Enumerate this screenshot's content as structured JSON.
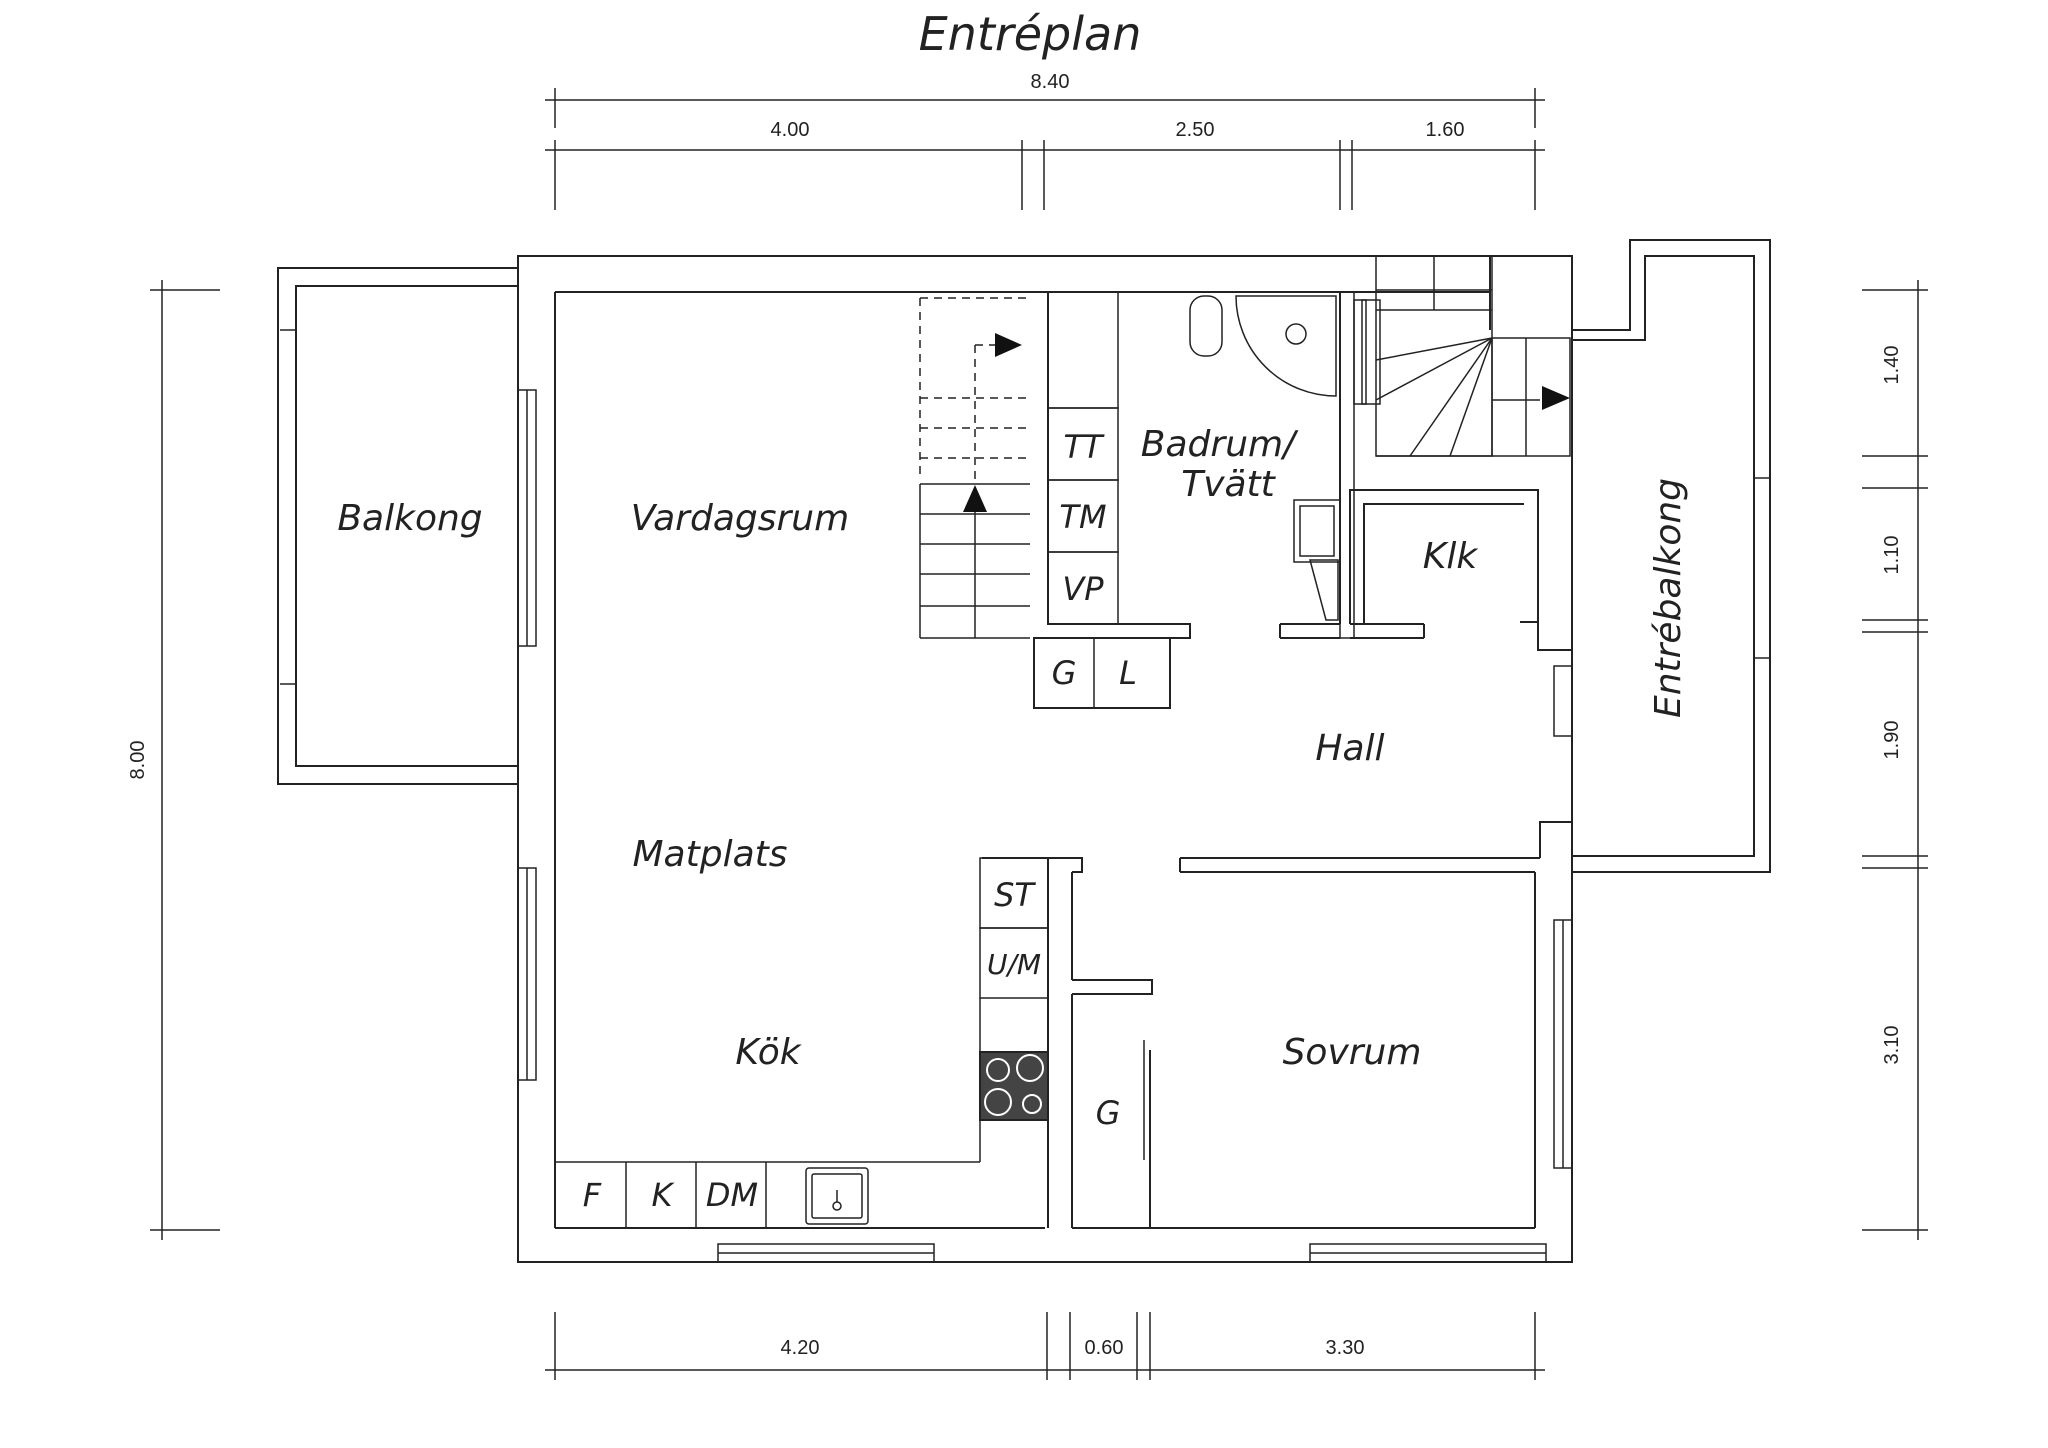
{
  "title": "Entréplan",
  "rooms": {
    "balkong": "Balkong",
    "vardagsrum": "Vardagsrum",
    "badrum_1": "Badrum/",
    "badrum_2": "Tvätt",
    "klk": "Klk",
    "entrebalkong": "Entrébalkong",
    "hall": "Hall",
    "matplats": "Matplats",
    "kok": "Kök",
    "sovrum": "Sovrum"
  },
  "fixtures": {
    "tt": "TT",
    "tm": "TM",
    "vp": "VP",
    "g_upper": "G",
    "l": "L",
    "st": "ST",
    "um": "U/M",
    "g_lower": "G",
    "f": "F",
    "k": "K",
    "dm": "DM"
  },
  "dimensions": {
    "top_total": "8.40",
    "top": [
      "4.00",
      "2.50",
      "1.60"
    ],
    "bottom": [
      "4.20",
      "0.60",
      "3.30"
    ],
    "left_total": "8.00",
    "right": [
      "1.40",
      "1.10",
      "1.90",
      "3.10"
    ]
  }
}
